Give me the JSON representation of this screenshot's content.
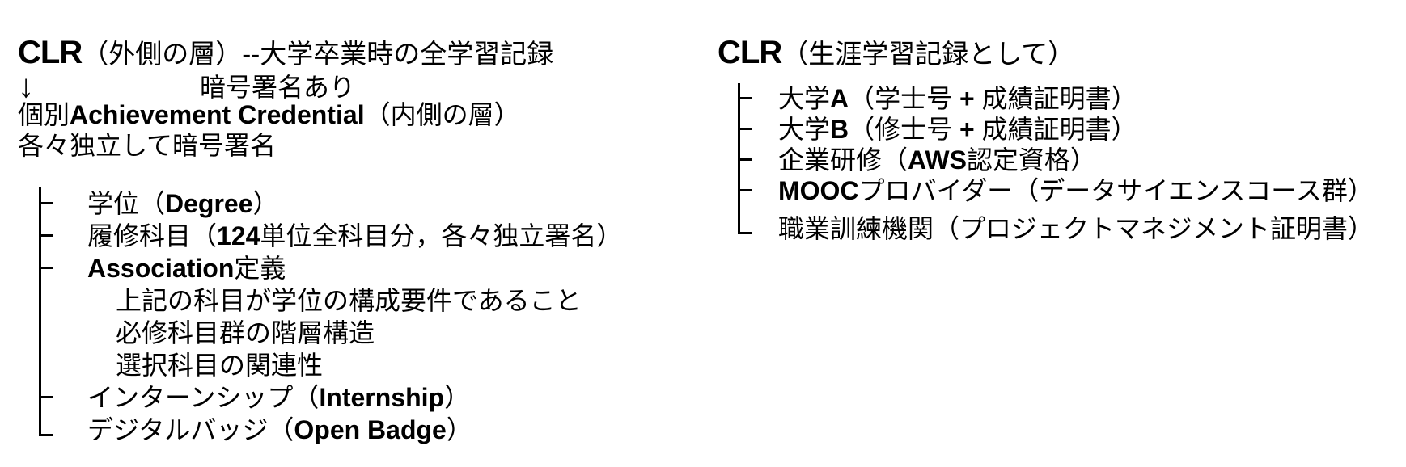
{
  "colors": {
    "background": "#ffffff",
    "text": "#000000",
    "line": "#000000"
  },
  "left": {
    "title": {
      "clr": "CLR",
      "rest": "（外側の層）--大学卒業時の全学習記録"
    },
    "arrow": "↓",
    "arrow_note": "暗号署名あり",
    "inner_line": {
      "a": "個別",
      "b": "Achievement Credential",
      "c": "（内側の層）"
    },
    "sign_line": "各々独立して暗号署名",
    "tree": {
      "items": [
        {
          "type": "branch",
          "segments": [
            {
              "t": "学位（"
            },
            {
              "t": "Degree",
              "latin": true
            },
            {
              "t": "）"
            }
          ]
        },
        {
          "type": "branch",
          "segments": [
            {
              "t": "履修科目（"
            },
            {
              "t": "124",
              "latin": true
            },
            {
              "t": "単位全科目分，各々独立署名）"
            }
          ]
        },
        {
          "type": "branch",
          "segments": [
            {
              "t": "Association",
              "latin": true
            },
            {
              "t": "定義"
            }
          ]
        },
        {
          "type": "sub",
          "segments": [
            {
              "t": "上記の科目が学位の構成要件であること"
            }
          ]
        },
        {
          "type": "sub",
          "segments": [
            {
              "t": "必修科目群の階層構造"
            }
          ]
        },
        {
          "type": "sub",
          "segments": [
            {
              "t": "選択科目の関連性"
            }
          ]
        },
        {
          "type": "branch",
          "segments": [
            {
              "t": "インターンシップ（"
            },
            {
              "t": "Internship",
              "latin": true
            },
            {
              "t": "）"
            }
          ]
        },
        {
          "type": "last",
          "segments": [
            {
              "t": "デジタルバッジ（"
            },
            {
              "t": "Open Badge",
              "latin": true
            },
            {
              "t": "）"
            }
          ]
        }
      ]
    }
  },
  "right": {
    "title": {
      "clr": "CLR",
      "rest": "（生涯学習記録として）"
    },
    "tree": {
      "items": [
        {
          "type": "branch",
          "segments": [
            {
              "t": "大学"
            },
            {
              "t": "A",
              "latin": true
            },
            {
              "t": "（学士号 "
            },
            {
              "t": "+",
              "latin": true
            },
            {
              "t": " 成績証明書）"
            }
          ]
        },
        {
          "type": "branch",
          "segments": [
            {
              "t": "大学"
            },
            {
              "t": "B",
              "latin": true
            },
            {
              "t": "（修士号 "
            },
            {
              "t": "+",
              "latin": true
            },
            {
              "t": " 成績証明書）"
            }
          ]
        },
        {
          "type": "branch",
          "segments": [
            {
              "t": "企業研修（"
            },
            {
              "t": "AWS",
              "latin": true
            },
            {
              "t": "認定資格）"
            }
          ]
        },
        {
          "type": "branch",
          "segments": [
            {
              "t": "MOOC",
              "latin": true
            },
            {
              "t": "プロバイダー（データサイエンスコース群）"
            }
          ]
        },
        {
          "type": "last",
          "segments": [
            {
              "t": "職業訓練機関（プロジェクトマネジメント証明書）"
            }
          ]
        }
      ]
    }
  }
}
